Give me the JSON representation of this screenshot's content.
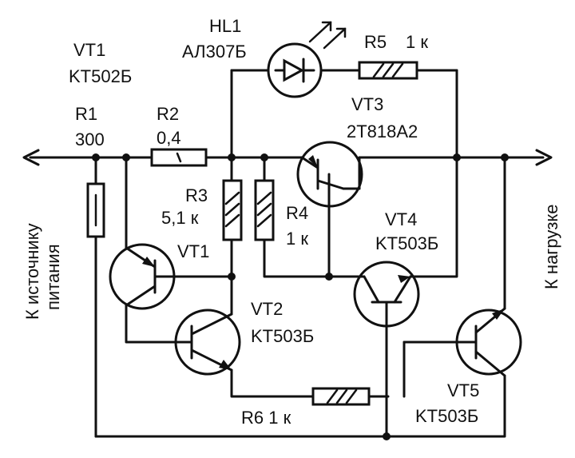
{
  "labels": {
    "vt1_ref": "VT1",
    "vt1_type": "KT502Б",
    "hl1_ref": "HL1",
    "hl1_type": "АЛ307Б",
    "r5_ref": "R5",
    "r5_value": "1 к",
    "vt3_ref": "VT3",
    "vt3_type": "2T818A2",
    "r1_ref": "R1",
    "r1_value": "300",
    "r2_ref": "R2",
    "r2_value": "0,4",
    "r3_ref": "R3",
    "r3_value": "5,1 к",
    "r4_ref": "R4",
    "r4_value": "1 к",
    "vt4_ref": "VT4",
    "vt4_type": "KT503Б",
    "vt1_near": "VT1",
    "vt2_ref": "VT2",
    "vt2_type": "KT503Б",
    "r6_label": "R6  1 к",
    "vt5_ref": "VT5",
    "vt5_type": "KT503Б",
    "source_line1": "К источнику",
    "source_line2": "питания",
    "load": "К нагрузке"
  }
}
